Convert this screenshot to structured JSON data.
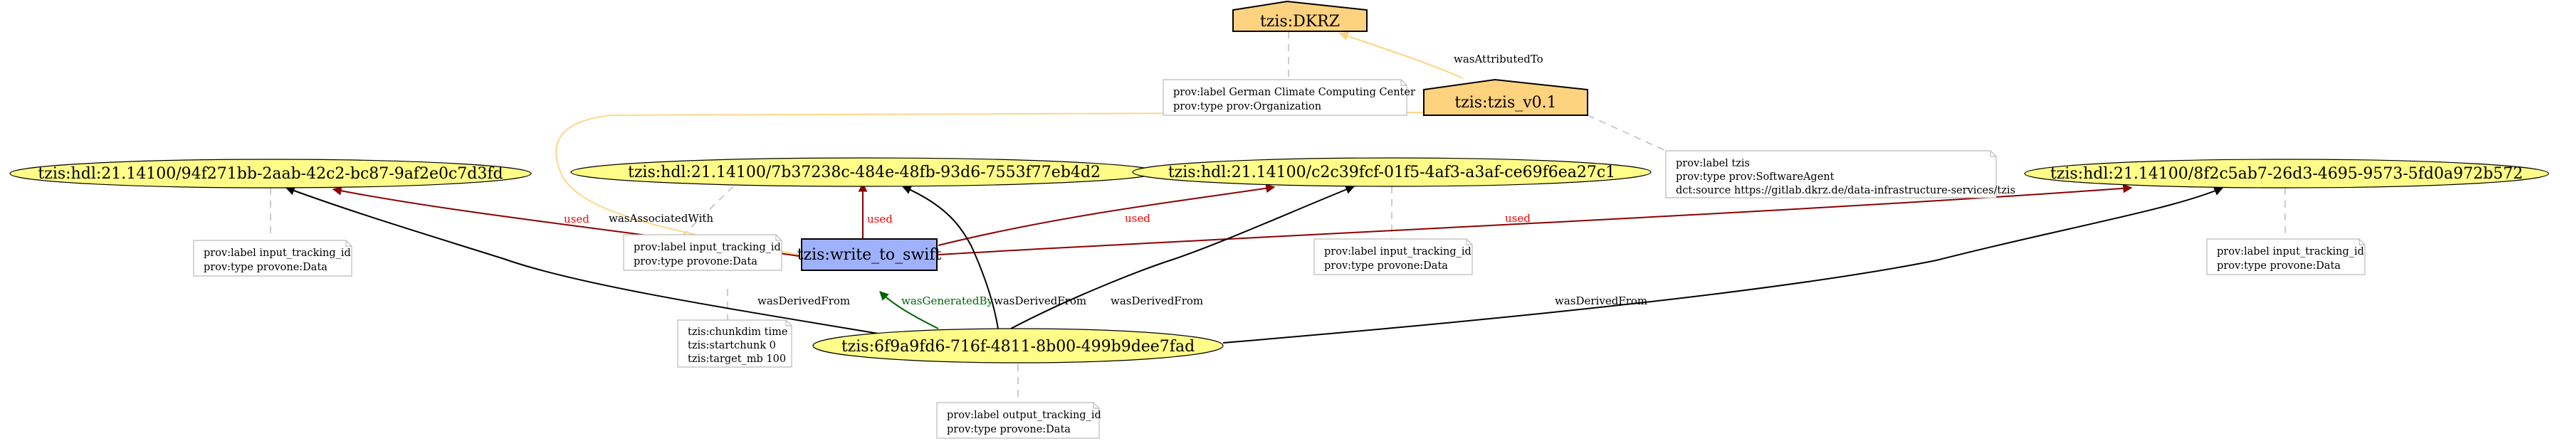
{
  "nodes": {
    "agent_dkrz": {
      "label": "tzis:DKRZ",
      "fill": "#FED37F"
    },
    "agent_tzis": {
      "label": "tzis:tzis_v0.1",
      "fill": "#FED37F"
    },
    "activity": {
      "label": "tzis:write_to_swift",
      "fill": "#9FB1FC"
    },
    "entity_1": {
      "label": "tzis:hdl:21.14100/94f271bb-2aab-42c2-bc87-9af2e0c7d3fd",
      "fill": "#FFFC87"
    },
    "entity_2": {
      "label": "tzis:hdl:21.14100/7b37238c-484e-48fb-93d6-7553f77eb4d2",
      "fill": "#FFFC87"
    },
    "entity_3": {
      "label": "tzis:hdl:21.14100/c2c39fcf-01f5-4af3-a3af-ce69f6ea27c1",
      "fill": "#FFFC87"
    },
    "entity_4": {
      "label": "tzis:hdl:21.14100/8f2c5ab7-26d3-4695-9573-5fd0a972b572",
      "fill": "#FFFC87"
    },
    "entity_out": {
      "label": "tzis:6f9a9fd6-716f-4811-8b00-499b9dee7fad",
      "fill": "#FFFC87"
    }
  },
  "annotations": {
    "dkrz": [
      "prov:label German Climate Computing Center",
      "prov:type  prov:Organization"
    ],
    "tzis": [
      "prov:label tzis",
      "prov:type  prov:SoftwareAgent",
      "dct:source https://gitlab.dkrz.de/data-infrastructure-services/tzis"
    ],
    "entity_1": [
      "prov:label input_tracking_id",
      "prov:type  provone:Data"
    ],
    "entity_2": [
      "prov:label input_tracking_id",
      "prov:type  provone:Data"
    ],
    "entity_3": [
      "prov:label input_tracking_id",
      "prov:type  provone:Data"
    ],
    "entity_4": [
      "prov:label input_tracking_id",
      "prov:type  provone:Data"
    ],
    "activity": [
      "tzis:chunkdim  time",
      "tzis:startchunk 0",
      "tzis:target_mb  100"
    ],
    "entity_out": [
      "prov:label output_tracking_id",
      "prov:type  provone:Data"
    ]
  },
  "edges": {
    "was_attributed_to": "wasAttributedTo",
    "was_associated_with": "wasAssociatedWith",
    "used": "used",
    "was_generated_by": "wasGeneratedBy",
    "was_derived_from": "wasDerivedFrom"
  },
  "colors": {
    "used": "#8B0000",
    "used_label": "#FF0000",
    "was_generated_by": "#006400",
    "was_attributed_to": "#FED37F",
    "was_associated_with": "#FED37F",
    "was_derived_from": "#000000",
    "annotation_link": "#BBBBBB",
    "annotation_border": "#BBBBBB"
  }
}
